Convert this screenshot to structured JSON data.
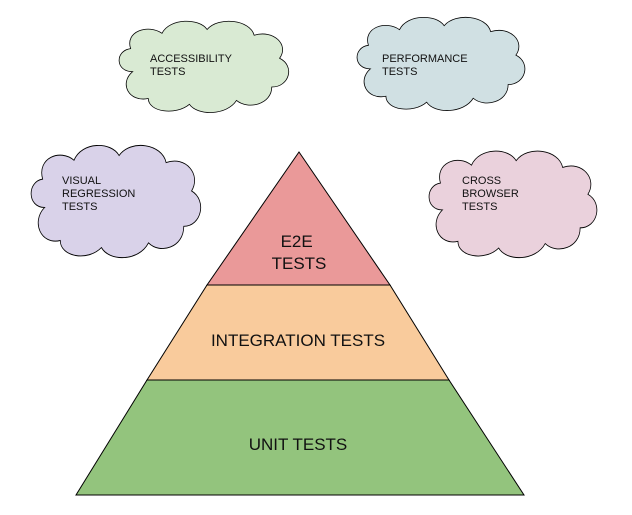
{
  "pyramid": {
    "tiers": [
      {
        "id": "e2e",
        "lines": [
          "E2E",
          "TESTS"
        ],
        "color": "#ea9999"
      },
      {
        "id": "integration",
        "lines": [
          "INTEGRATION TESTS"
        ],
        "color": "#f9cb9c"
      },
      {
        "id": "unit",
        "lines": [
          "UNIT TESTS"
        ],
        "color": "#93c47d"
      }
    ]
  },
  "clouds": [
    {
      "id": "accessibility",
      "lines": [
        "ACCESSIBILITY",
        "TESTS"
      ],
      "color": "#d9ead3"
    },
    {
      "id": "performance",
      "lines": [
        "PERFORMANCE",
        "TESTS"
      ],
      "color": "#d0e0e3"
    },
    {
      "id": "visual-regression",
      "lines": [
        "VISUAL",
        "REGRESSION",
        "TESTS"
      ],
      "color": "#d9d2e9"
    },
    {
      "id": "cross-browser",
      "lines": [
        "CROSS",
        "BROWSER",
        "TESTS"
      ],
      "color": "#ead1dc"
    }
  ],
  "outline_color": "#000000"
}
